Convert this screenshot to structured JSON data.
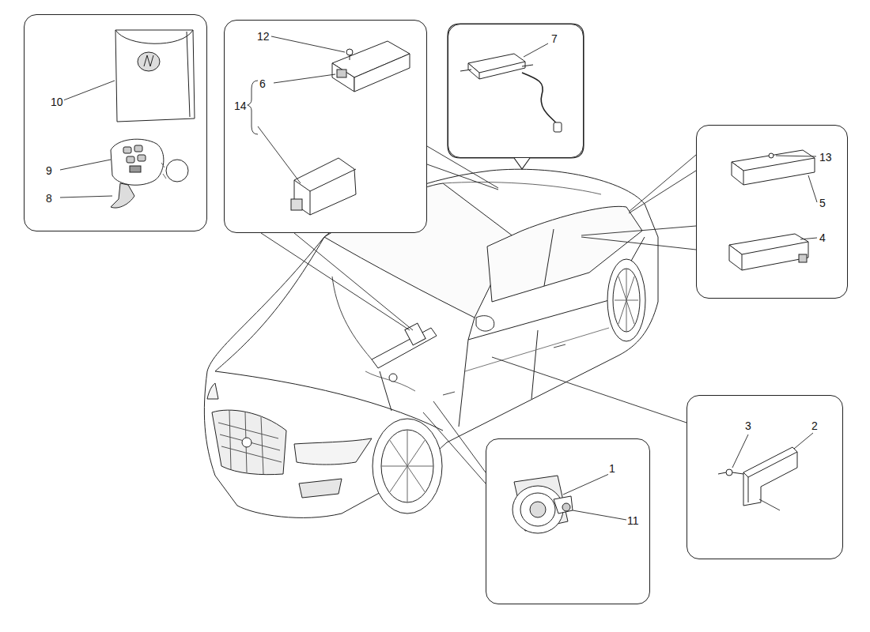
{
  "diagram": {
    "nodes": [
      {
        "text": [
          "10",
          "9",
          "8"
        ]
      },
      {
        "text": [
          "12",
          "6",
          "14"
        ]
      },
      {
        "text": [
          "7"
        ]
      },
      {
        "text": [
          "13",
          "5",
          "4"
        ]
      },
      {
        "text": [
          "3",
          "2"
        ]
      },
      {
        "text": [
          "1",
          "11"
        ]
      }
    ]
  }
}
